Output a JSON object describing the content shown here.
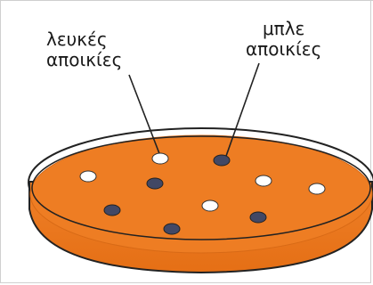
{
  "labels": {
    "white_colonies": [
      "λευκές",
      "αποικίες"
    ],
    "blue_colonies": [
      "μπλε",
      "αποικίες"
    ]
  },
  "colors": {
    "medium": "#ee7d23",
    "medium_rim": "#d86a16",
    "dish_outline": "#222222",
    "white_colony": "#ffffff",
    "blue_colony": "#424865",
    "pointer": "#222222"
  },
  "colonies": {
    "white_count": 5,
    "blue_count": 5
  }
}
